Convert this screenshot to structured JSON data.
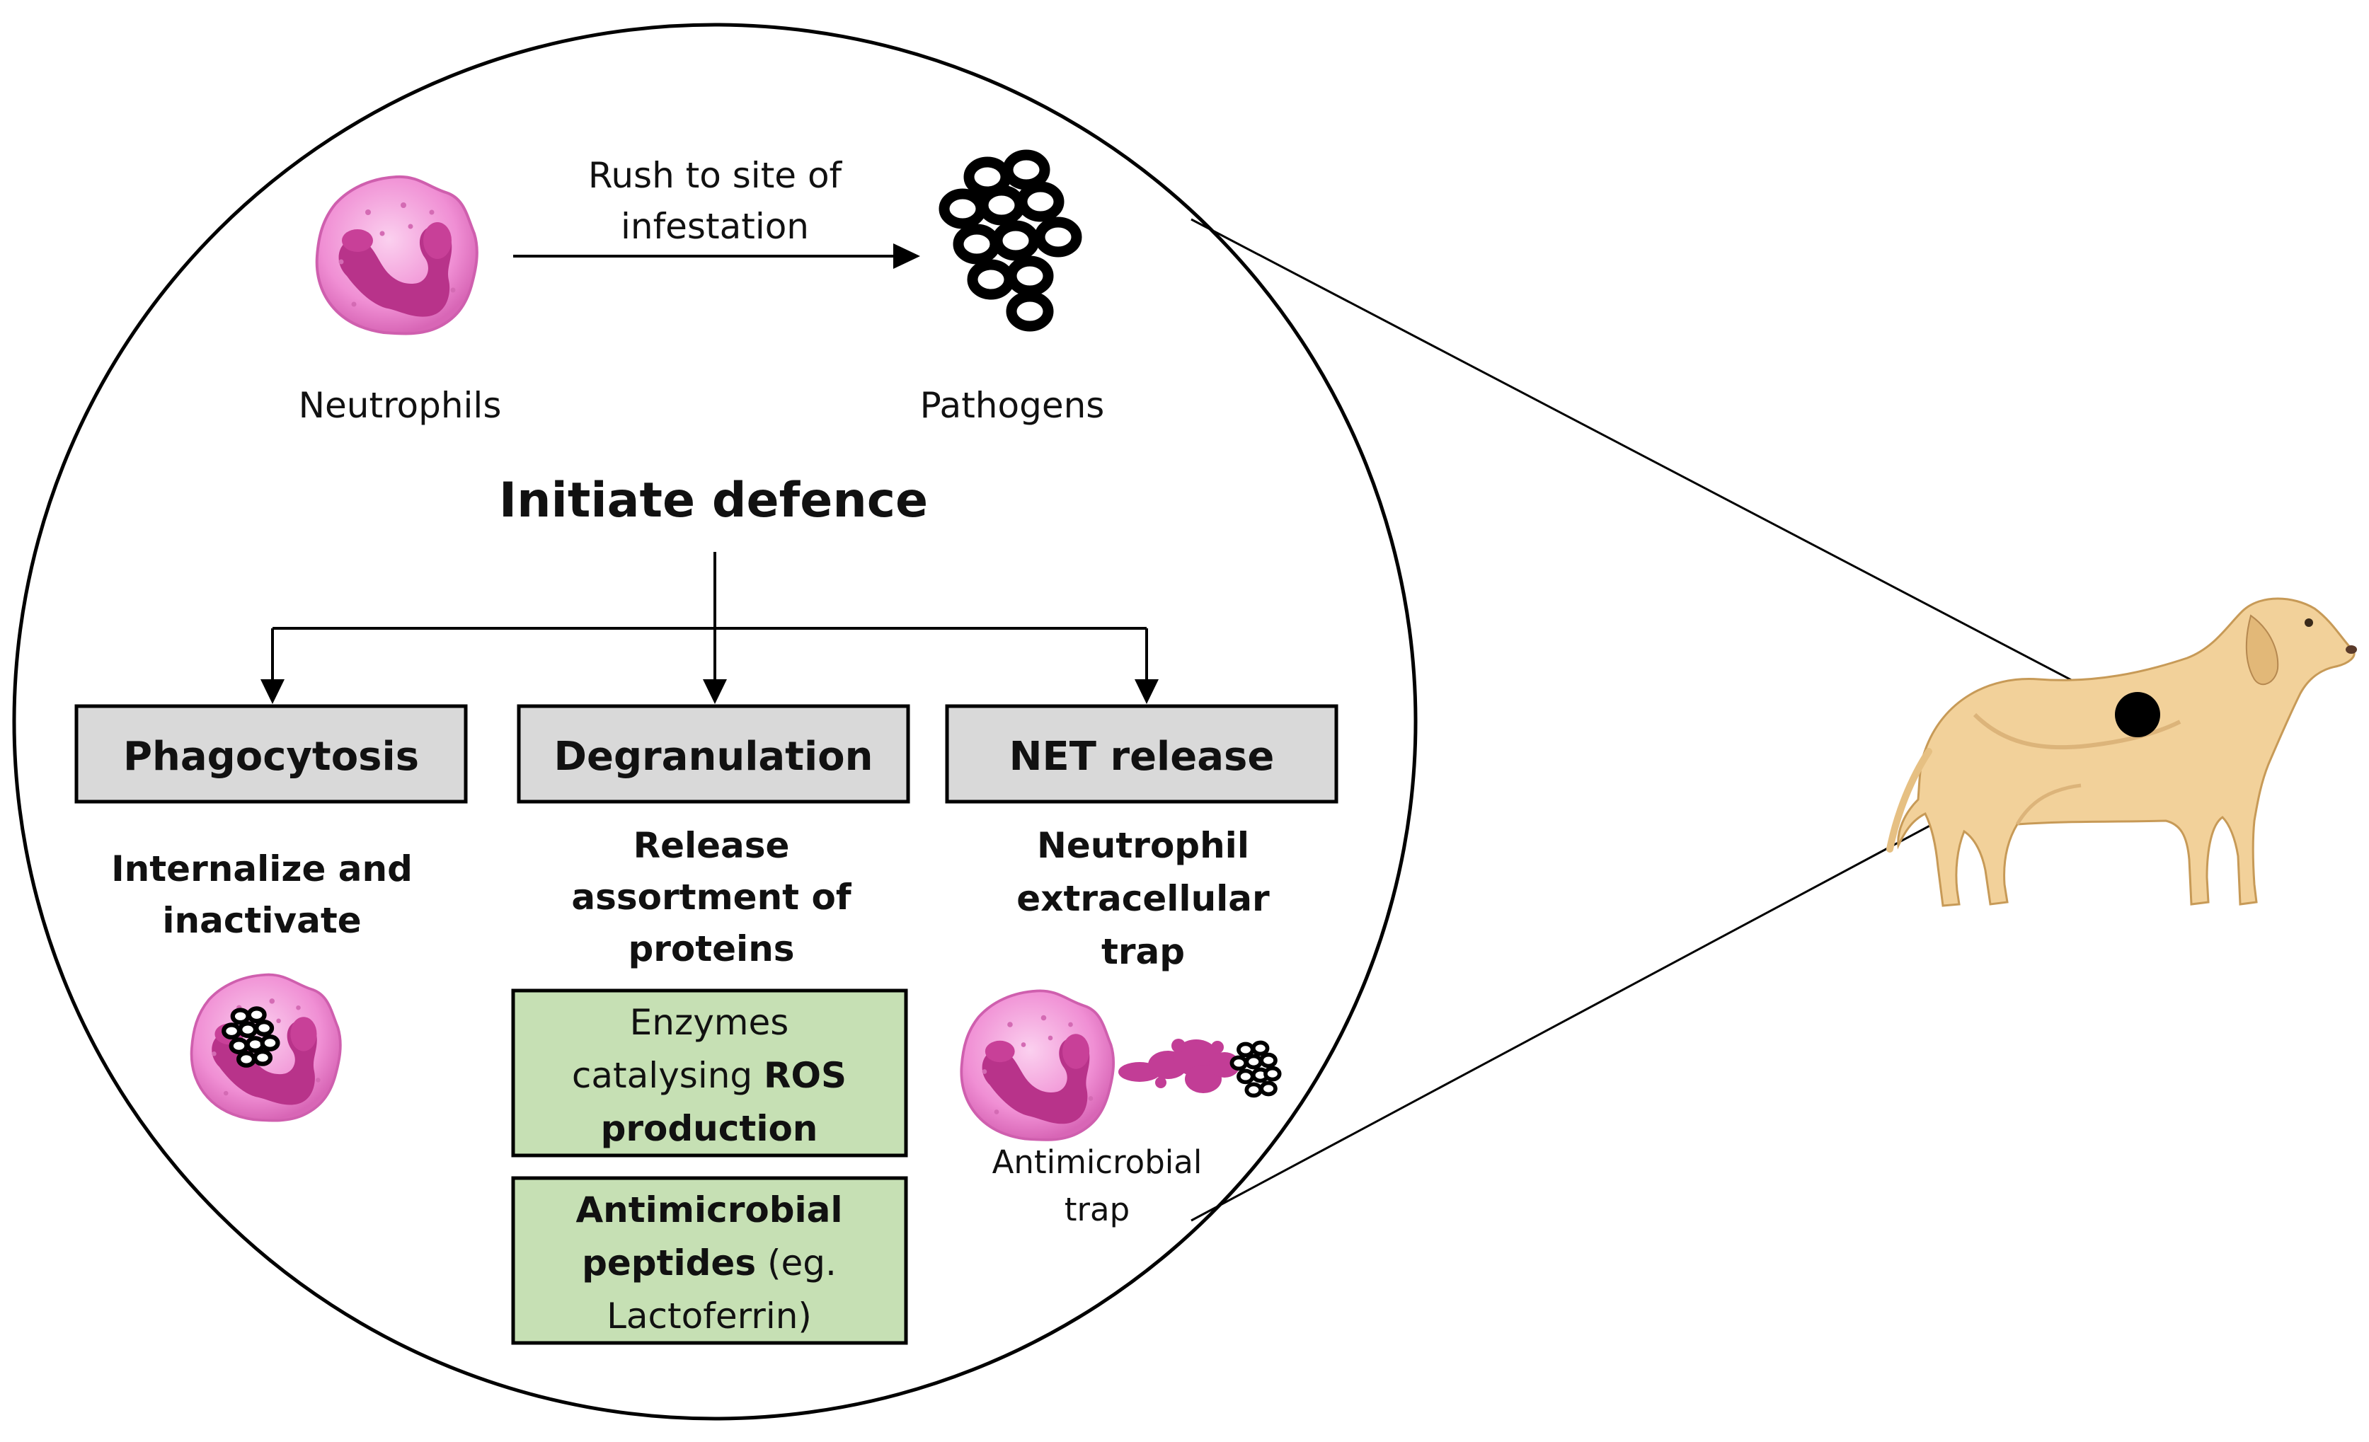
{
  "header": {
    "arrow_label_line1": "Rush to site of",
    "arrow_label_line2": "infestation",
    "neutrophils_label": "Neutrophils",
    "pathogens_label": "Pathogens",
    "initiate_title": "Initiate defence"
  },
  "branches": {
    "phagocytosis": {
      "box_label": "Phagocytosis",
      "desc_line1": "Internalize and",
      "desc_line2": "inactivate"
    },
    "degranulation": {
      "box_label": "Degranulation",
      "desc_line1": "Release",
      "desc_line2": "assortment of",
      "desc_line3": "proteins",
      "enzymes_box": {
        "line1": "Enzymes",
        "line2_plain": "catalysing ",
        "line2_bold": "ROS",
        "line3_bold": "production"
      },
      "peptides_box": {
        "line1_bold": "Antimicrobial",
        "line2_bold": "peptides",
        "line2_plain": " (eg.",
        "line3": "Lactoferrin)"
      }
    },
    "net_release": {
      "box_label": "NET release",
      "desc_line1": "Neutrophil",
      "desc_line2": "extracellular",
      "desc_line3": "trap",
      "trap_label_line1": "Antimicrobial",
      "trap_label_line2": "trap"
    }
  },
  "colors": {
    "neutrophil_cytoplasm": "#f08fd4",
    "neutrophil_nucleus": "#b8338a",
    "process_box_fill": "#d9d9d9",
    "green_box_fill": "#c6e0b4",
    "dog_fur": "#f2d19a"
  },
  "icons": [
    "neutrophil-icon",
    "pathogen-cluster-icon",
    "dog-image"
  ]
}
